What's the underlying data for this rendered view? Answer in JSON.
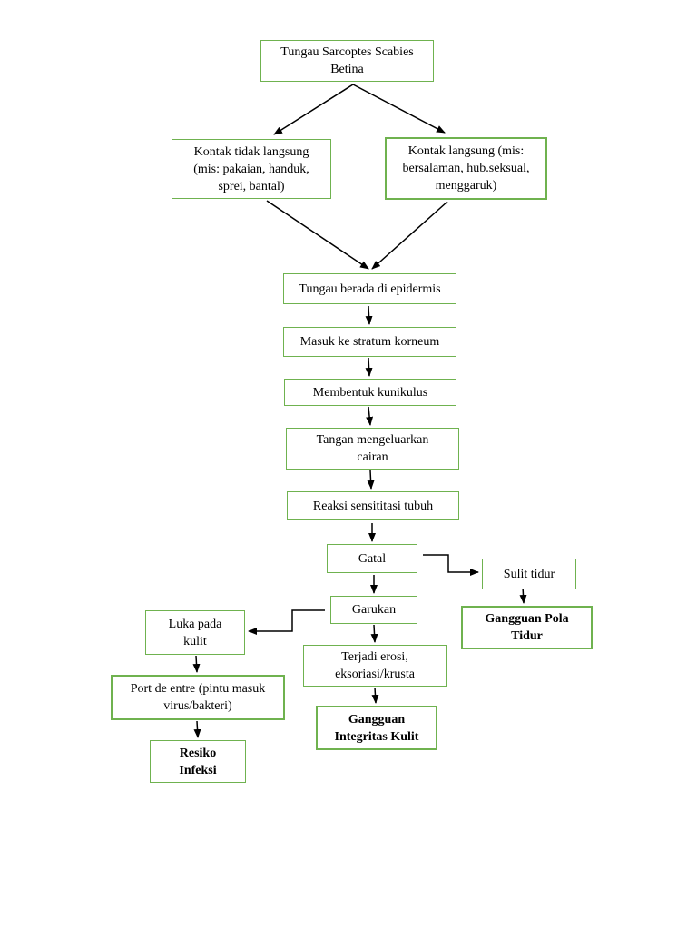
{
  "colors": {
    "box_border": "#6fb24f",
    "arrow": "#000000",
    "background": "#ffffff"
  },
  "nodes": {
    "top": "Tungau Sarcoptes Scabies\nBetina",
    "indirect_contact": "Kontak tidak langsung\n(mis: pakaian, handuk,\nsprei, bantal)",
    "direct_contact": "Kontak langsung (mis:\nbersalaman, hub.seksual,\nmenggaruk)",
    "epidermis": "Tungau berada di epidermis",
    "stratum": "Masuk ke stratum korneum",
    "kunikulus": "Membentuk kunikulus",
    "tangan": "Tangan mengeluarkan\ncairan",
    "reaksi": "Reaksi sensititasi tubuh",
    "gatal": "Gatal",
    "sulit_tidur": "Sulit tidur",
    "gangguan_pola_tidur": "Gangguan Pola\nTidur",
    "garukan": "Garukan",
    "luka": "Luka pada\nkulit",
    "erosi": "Terjadi erosi,\neksoriasi/krusta",
    "port_de_entre": "Port de entre (pintu masuk\nvirus/bakteri)",
    "gangguan_integritas": "Gangguan\nIntegritas Kulit",
    "resiko_infeksi": "Resiko\nInfeksi"
  }
}
